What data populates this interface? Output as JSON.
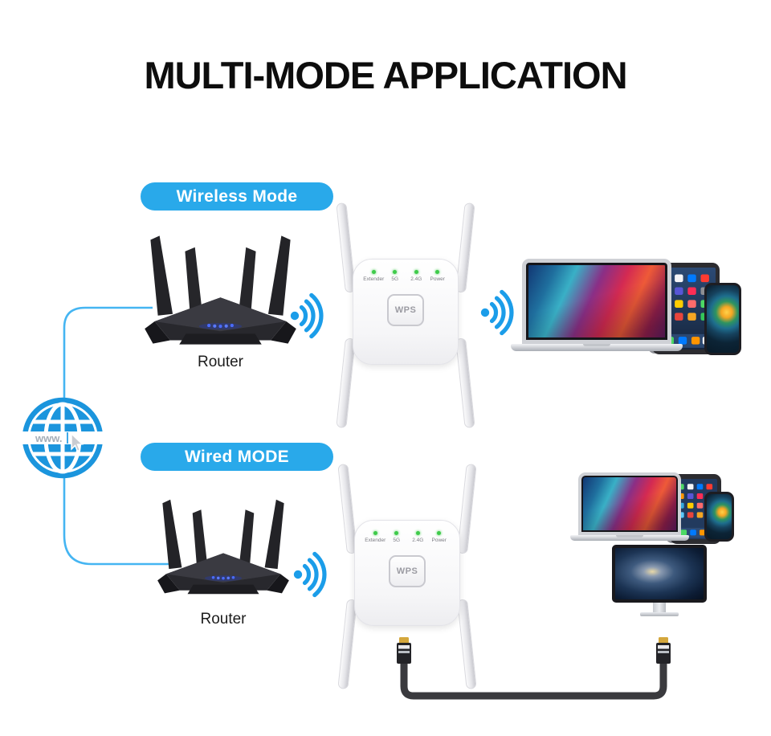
{
  "title": "MULTI-MODE APPLICATION",
  "wireless": {
    "badge": "Wireless Mode",
    "router_label": "Router"
  },
  "wired": {
    "badge": "Wired MODE",
    "router_label": "Router"
  },
  "extender": {
    "led_labels": [
      "Extender",
      "5G",
      "2.4G",
      "Power"
    ],
    "wps": "WPS"
  },
  "internet": {
    "label": "www."
  },
  "colors": {
    "badge_blue": "#29a9ea",
    "wifi_blue": "#1b9de9",
    "globe_blue": "#1b95dd",
    "led_green": "#3ecb4a",
    "cable_dark": "#3a3a3e",
    "router_led_blue": "#4a6cff"
  }
}
